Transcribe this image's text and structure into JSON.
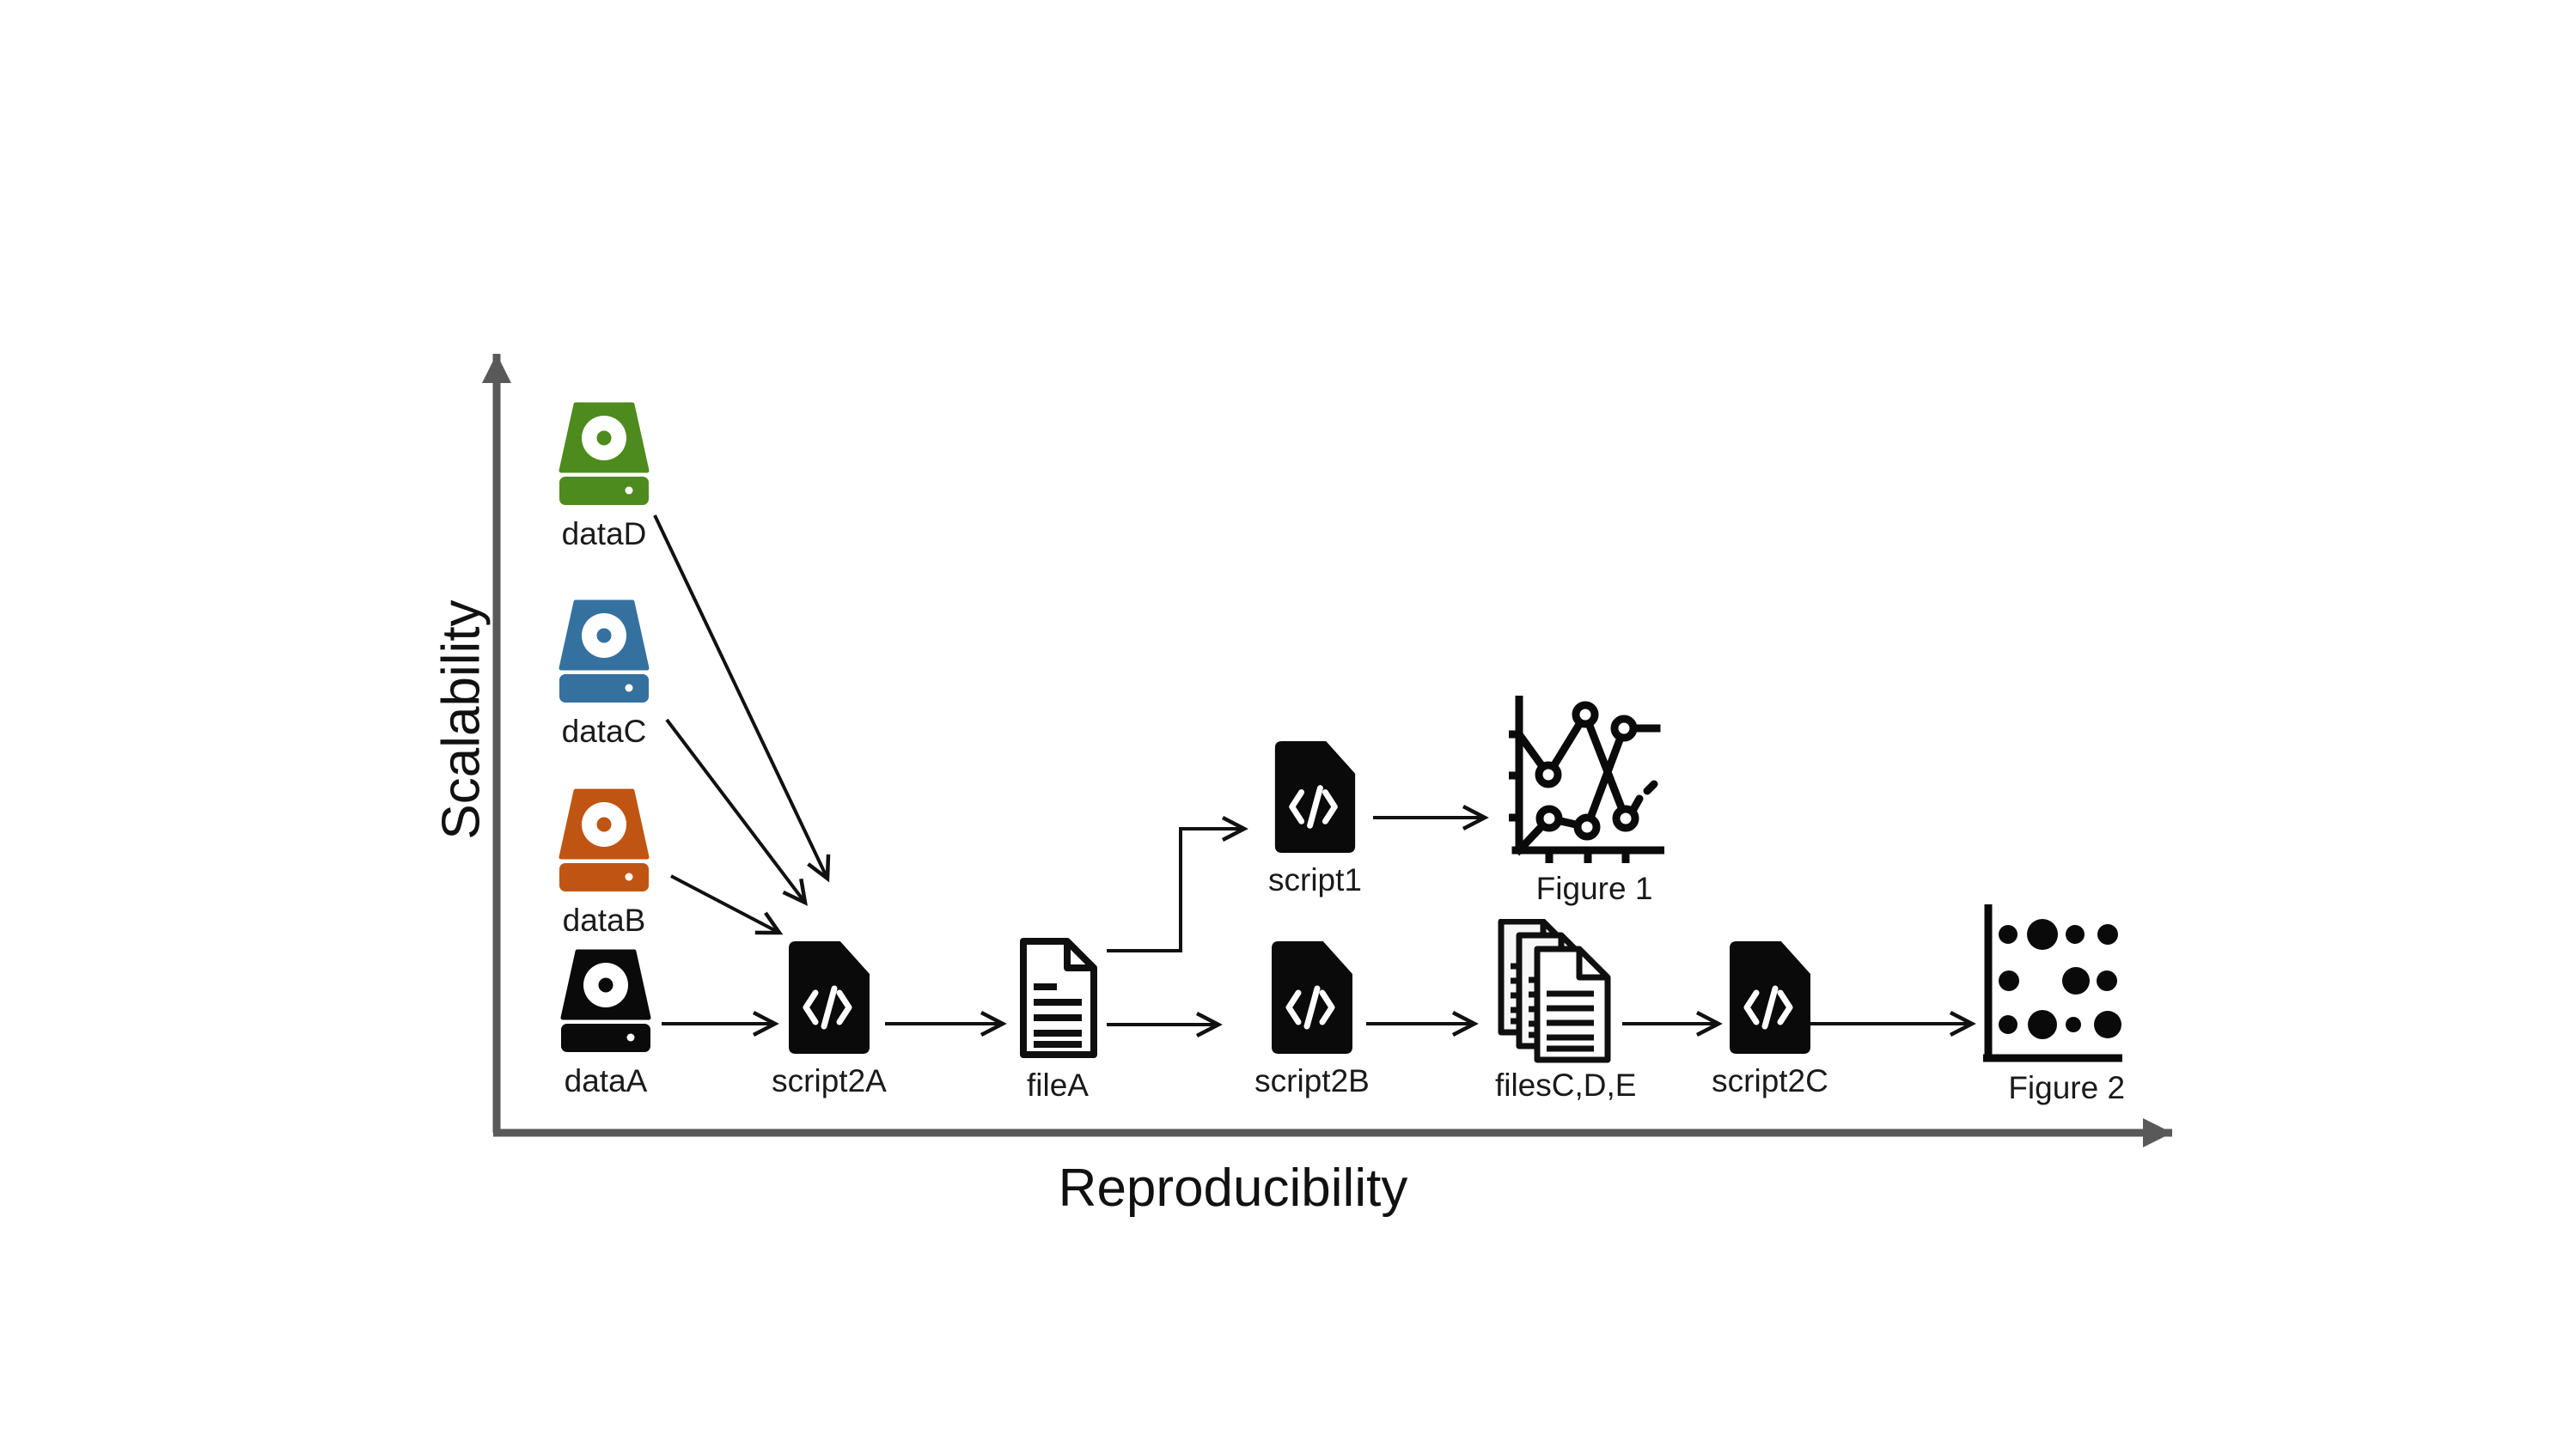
{
  "axes": {
    "x_label": "Reproducibility",
    "y_label": "Scalability"
  },
  "palette": {
    "ink": "#111111",
    "icon_black": "#0a0a0a",
    "axis_gray": "#595959",
    "drive_green": "#4E8B1E",
    "drive_blue": "#35719F",
    "drive_orange": "#C05513",
    "drive_black": "#0A0A0A",
    "page_fill": "#f7f7f7"
  },
  "nodes": [
    {
      "id": "dataD",
      "label": "dataD",
      "type": "data-drive",
      "color": "#4E8B1E"
    },
    {
      "id": "dataC",
      "label": "dataC",
      "type": "data-drive",
      "color": "#35719F"
    },
    {
      "id": "dataB",
      "label": "dataB",
      "type": "data-drive",
      "color": "#C05513"
    },
    {
      "id": "dataA",
      "label": "dataA",
      "type": "data-drive",
      "color": "#0A0A0A"
    },
    {
      "id": "script2A",
      "label": "script2A",
      "type": "code-script"
    },
    {
      "id": "fileA",
      "label": "fileA",
      "type": "text-file"
    },
    {
      "id": "script1",
      "label": "script1",
      "type": "code-script"
    },
    {
      "id": "figure1",
      "label": "Figure 1",
      "type": "line-chart-figure"
    },
    {
      "id": "script2B",
      "label": "script2B",
      "type": "code-script"
    },
    {
      "id": "filesCDE",
      "label": "filesC,D,E",
      "type": "file-stack"
    },
    {
      "id": "script2C",
      "label": "script2C",
      "type": "code-script"
    },
    {
      "id": "figure2",
      "label": "Figure 2",
      "type": "dot-chart-figure"
    }
  ],
  "edges": [
    {
      "from": "dataD",
      "to": "script2A"
    },
    {
      "from": "dataC",
      "to": "script2A"
    },
    {
      "from": "dataB",
      "to": "script2A"
    },
    {
      "from": "dataA",
      "to": "script2A"
    },
    {
      "from": "script2A",
      "to": "fileA"
    },
    {
      "from": "fileA",
      "to": "script1"
    },
    {
      "from": "script1",
      "to": "figure1"
    },
    {
      "from": "fileA",
      "to": "script2B"
    },
    {
      "from": "script2B",
      "to": "filesCDE"
    },
    {
      "from": "filesCDE",
      "to": "script2C"
    },
    {
      "from": "script2C",
      "to": "figure2"
    }
  ]
}
